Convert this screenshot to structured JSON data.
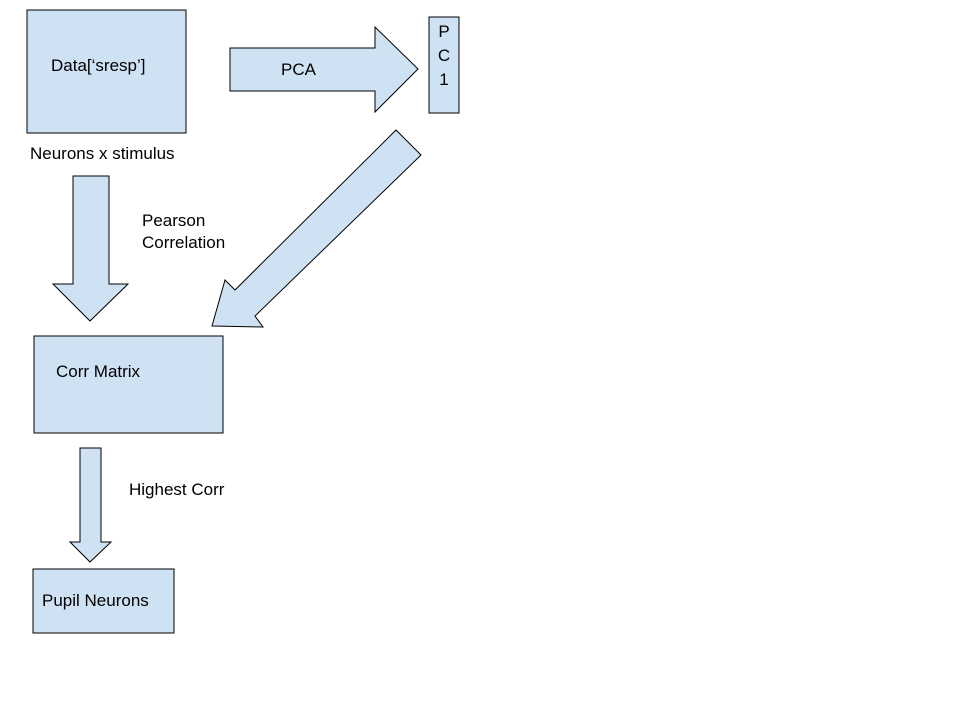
{
  "colors": {
    "fill": "#cfe2f3",
    "stroke": "#000000",
    "background": "#ffffff"
  },
  "nodes": {
    "data": {
      "label": "Data[‘sresp’]",
      "caption": "Neurons x stimulus"
    },
    "pc1": {
      "chars": [
        "P",
        "C",
        "1"
      ]
    },
    "corr_matrix": {
      "label": "Corr Matrix"
    },
    "pupil_neurons": {
      "label": "Pupil Neurons"
    }
  },
  "edges": {
    "pca": {
      "label": "PCA",
      "from": "data",
      "to": "pc1"
    },
    "pearson": {
      "label_lines": [
        "Pearson",
        "Correlation"
      ],
      "from": "data",
      "to": "corr_matrix"
    },
    "pc1_to_corr": {
      "label": "",
      "from": "pc1",
      "to": "corr_matrix"
    },
    "highest_corr": {
      "label": "Highest Corr",
      "from": "corr_matrix",
      "to": "pupil_neurons"
    }
  }
}
